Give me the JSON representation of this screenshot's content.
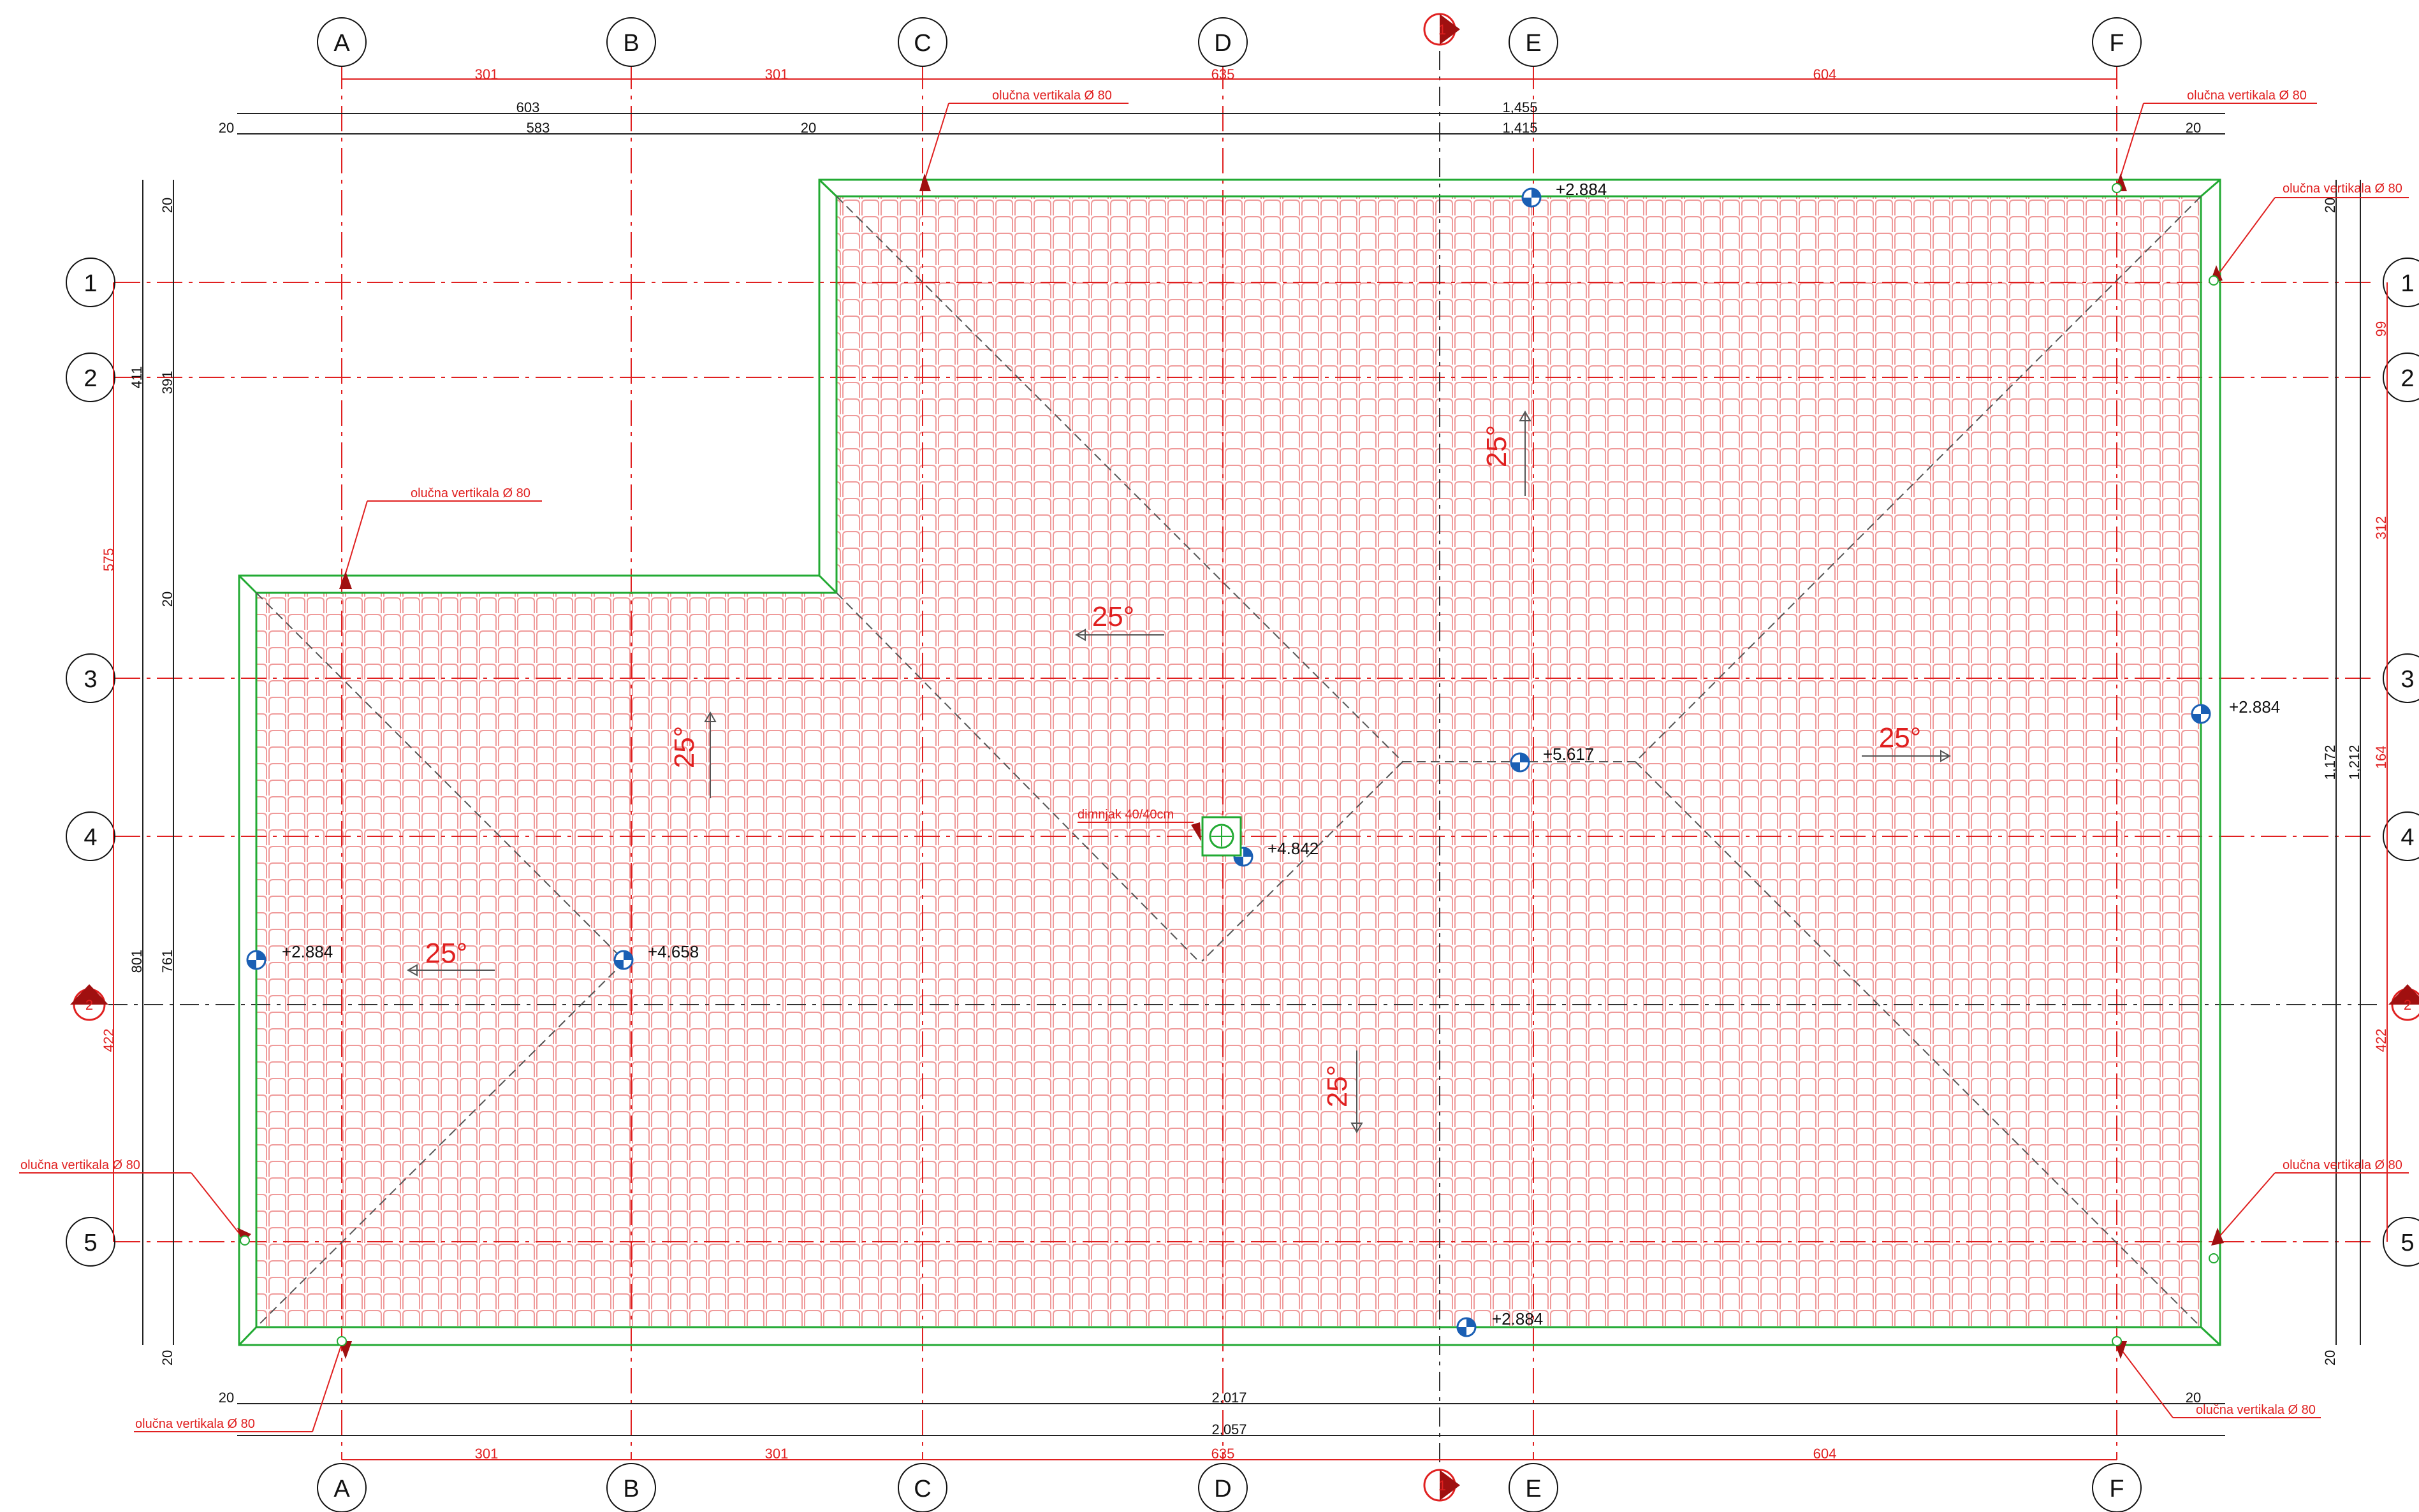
{
  "grid": {
    "columns": [
      "A",
      "B",
      "C",
      "D",
      "E",
      "F"
    ],
    "rows": [
      "1",
      "2",
      "3",
      "4",
      "5"
    ]
  },
  "section_markers": {
    "top": "1",
    "side": "2"
  },
  "dimensions": {
    "top_axis": [
      "301",
      "301",
      "635",
      "604"
    ],
    "top_overall_1": [
      "603",
      "1,455"
    ],
    "top_overall_2": [
      "20",
      "583",
      "20",
      "1,415",
      "20"
    ],
    "bottom_axis": [
      "301",
      "301",
      "635",
      "604"
    ],
    "bottom_overall_1": [
      "20",
      "2,017",
      "20"
    ],
    "bottom_overall_2": [
      "2,057"
    ],
    "left_axis": [
      "575",
      "422"
    ],
    "left_overall_1": [
      "411",
      "801"
    ],
    "left_overall_2": [
      "20",
      "391",
      "20",
      "761",
      "20"
    ],
    "right_axis": [
      "99",
      "312",
      "164",
      "422"
    ],
    "right_overall_1": [
      "1,212"
    ],
    "right_overall_2": [
      "20",
      "1,172",
      "20"
    ]
  },
  "levels": {
    "top_edge": "+2.884",
    "right_edge": "+2.884",
    "ridge": "+5.617",
    "chimney": "+4.842",
    "left_edge": "+2.884",
    "left_ridge": "+4.658",
    "bottom_edge": "+2.884"
  },
  "slopes": {
    "upper_north": "25°",
    "upper_west": "25°",
    "east": "25°",
    "left_north": "25°",
    "left_west": "25°",
    "south": "25°"
  },
  "notes": {
    "downpipe": "olučna vertikala Ø 80",
    "chimney": "dimnjak 40/40cm"
  },
  "colors": {
    "grid": "#e02020",
    "roof_outline": "#22aa33",
    "tiles": "#ef9a9a",
    "dimension_lines": "#222222",
    "level_marker": "#1a5fb4"
  }
}
